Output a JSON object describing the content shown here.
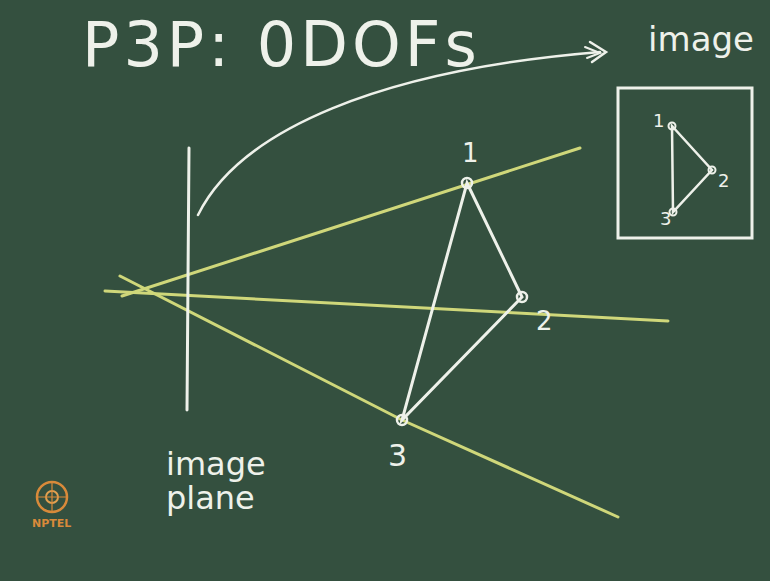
{
  "diagram": {
    "title": "P3P: 0DOFs",
    "nodes": [
      {
        "text": [
          "image"
        ]
      }
    ],
    "labels": [
      "1",
      "2",
      "3",
      "1",
      "2",
      "3",
      "image plane",
      "NPTEL"
    ]
  }
}
